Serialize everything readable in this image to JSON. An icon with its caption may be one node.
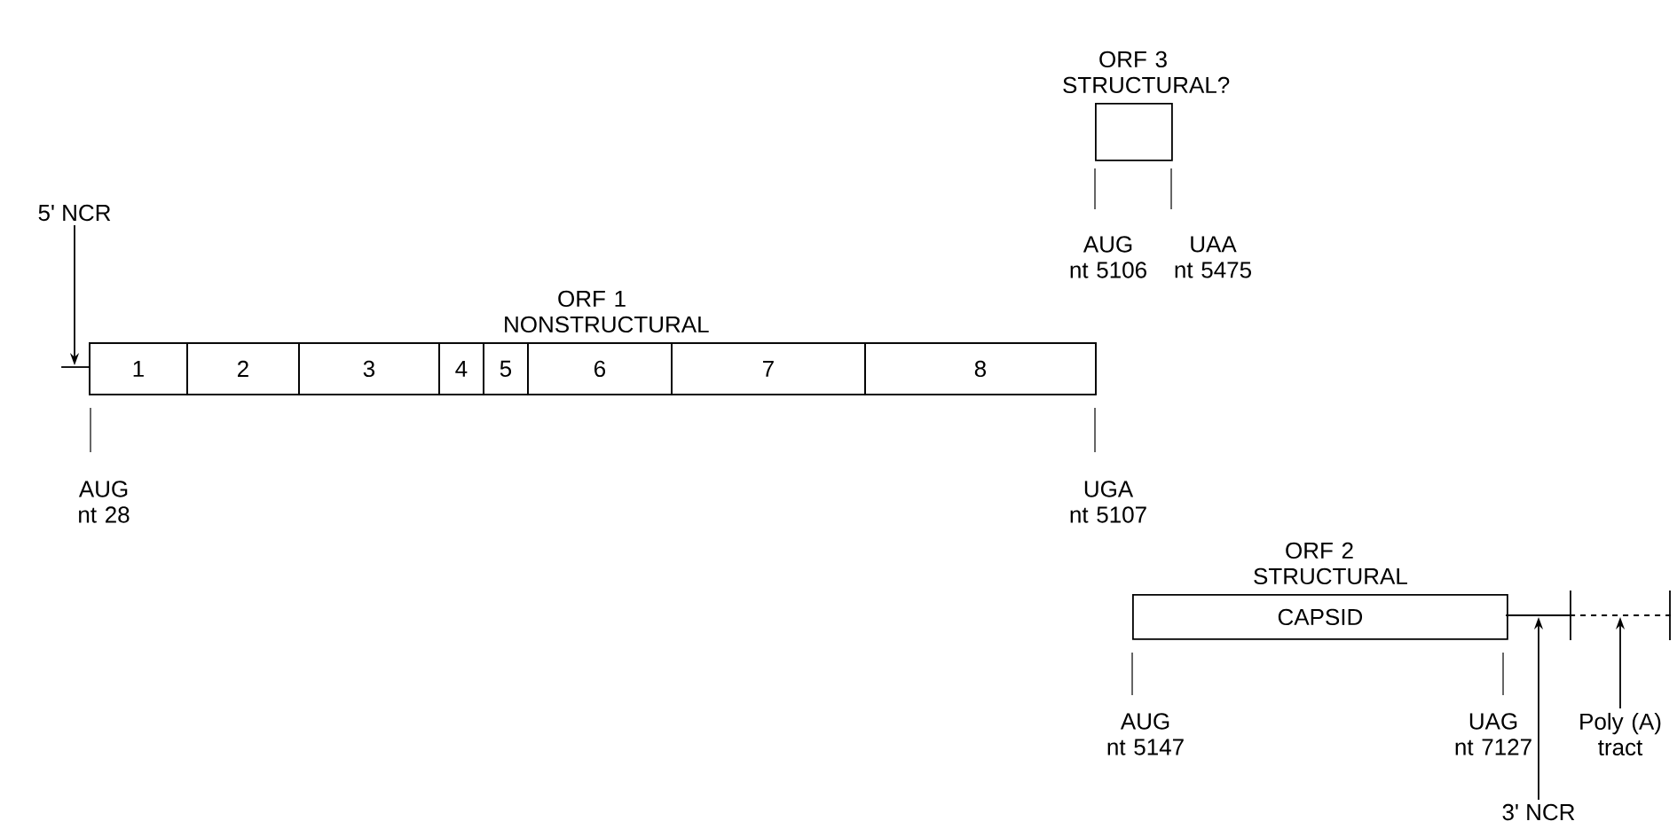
{
  "diagram": {
    "nodes": [
      {
        "text": [
          "ORF 1 NONSTRUCTURAL"
        ]
      },
      {
        "text": [
          "1"
        ],
        "in": 0
      },
      {
        "text": [
          "2"
        ],
        "in": 0
      },
      {
        "text": [
          "3"
        ],
        "in": 0
      },
      {
        "text": [
          "4"
        ],
        "in": 0
      },
      {
        "text": [
          "5"
        ],
        "in": 0
      },
      {
        "text": [
          "6"
        ],
        "in": 0
      },
      {
        "text": [
          "7"
        ],
        "in": 0
      },
      {
        "text": [
          "8"
        ],
        "in": 0
      },
      {
        "text": [
          "ORF 3 STRUCTURAL?"
        ]
      },
      {
        "text": [
          "ORF 2 STRUCTURAL",
          "CAPSID"
        ]
      },
      {
        "text": [
          "5' NCR"
        ]
      },
      {
        "text": [
          "3' NCR"
        ]
      },
      {
        "text": [
          "Poly (A) tract"
        ]
      },
      {
        "text": [],
        "shape": "line"
      },
      {
        "text": [],
        "shape": "line"
      },
      {
        "text": [],
        "shape": "line"
      }
    ],
    "edges": [
      {
        "from": 11,
        "to": 14,
        "arrow": "to"
      },
      {
        "from": 12,
        "to": 15,
        "arrow": "to"
      },
      {
        "from": 13,
        "to": 16,
        "arrow": "to"
      }
    ],
    "labels": [
      "AUG nt 5106",
      "UAA nt 5475",
      "AUG nt 28",
      "UGA nt 5107",
      "AUG nt 5147",
      "UAG nt 7127"
    ]
  }
}
